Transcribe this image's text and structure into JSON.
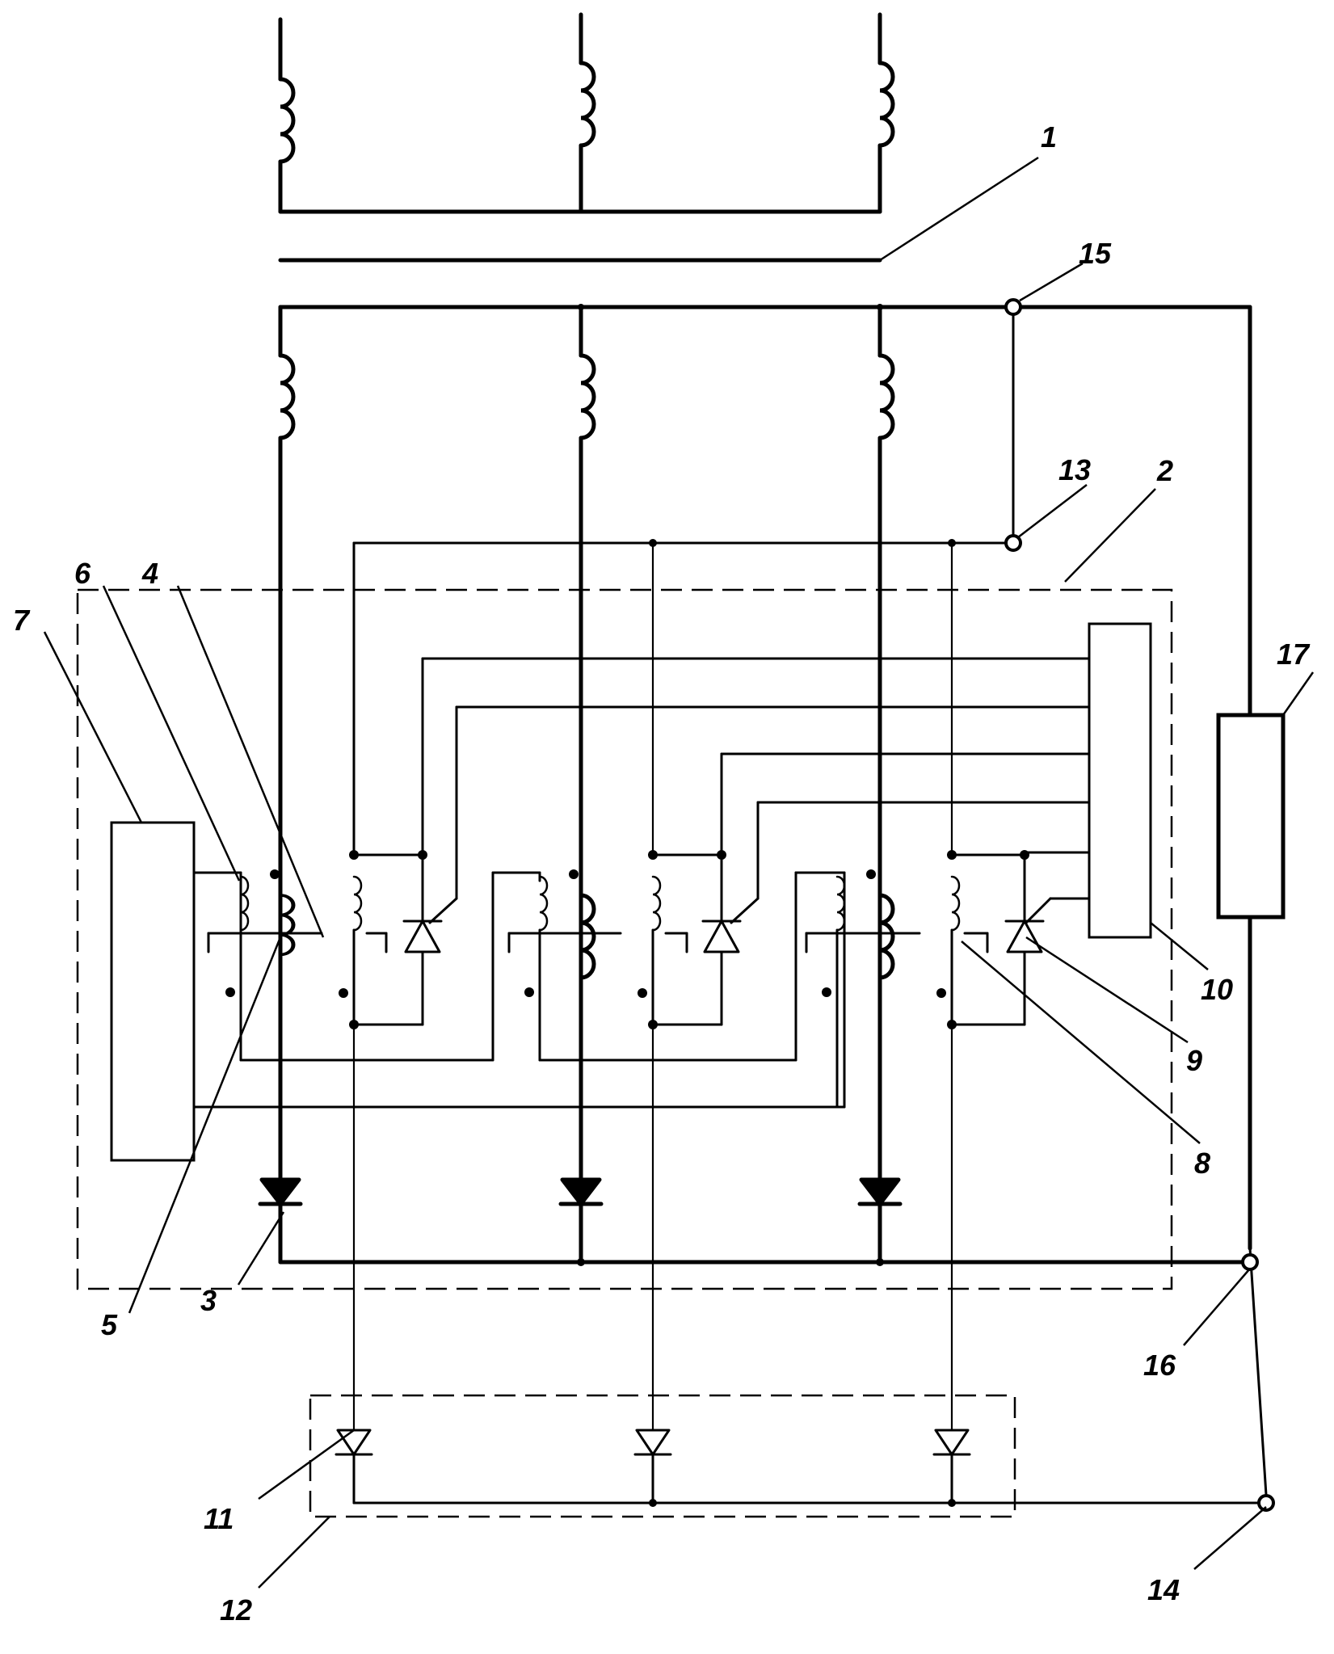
{
  "figure": {
    "labels": [
      {
        "text": "1"
      },
      {
        "text": "2"
      },
      {
        "text": "3"
      },
      {
        "text": "4"
      },
      {
        "text": "5"
      },
      {
        "text": "6"
      },
      {
        "text": "7"
      },
      {
        "text": "8"
      },
      {
        "text": "9"
      },
      {
        "text": "10"
      },
      {
        "text": "11"
      },
      {
        "text": "12"
      },
      {
        "text": "13"
      },
      {
        "text": "14"
      },
      {
        "text": "15"
      },
      {
        "text": "16"
      },
      {
        "text": "17"
      }
    ]
  }
}
